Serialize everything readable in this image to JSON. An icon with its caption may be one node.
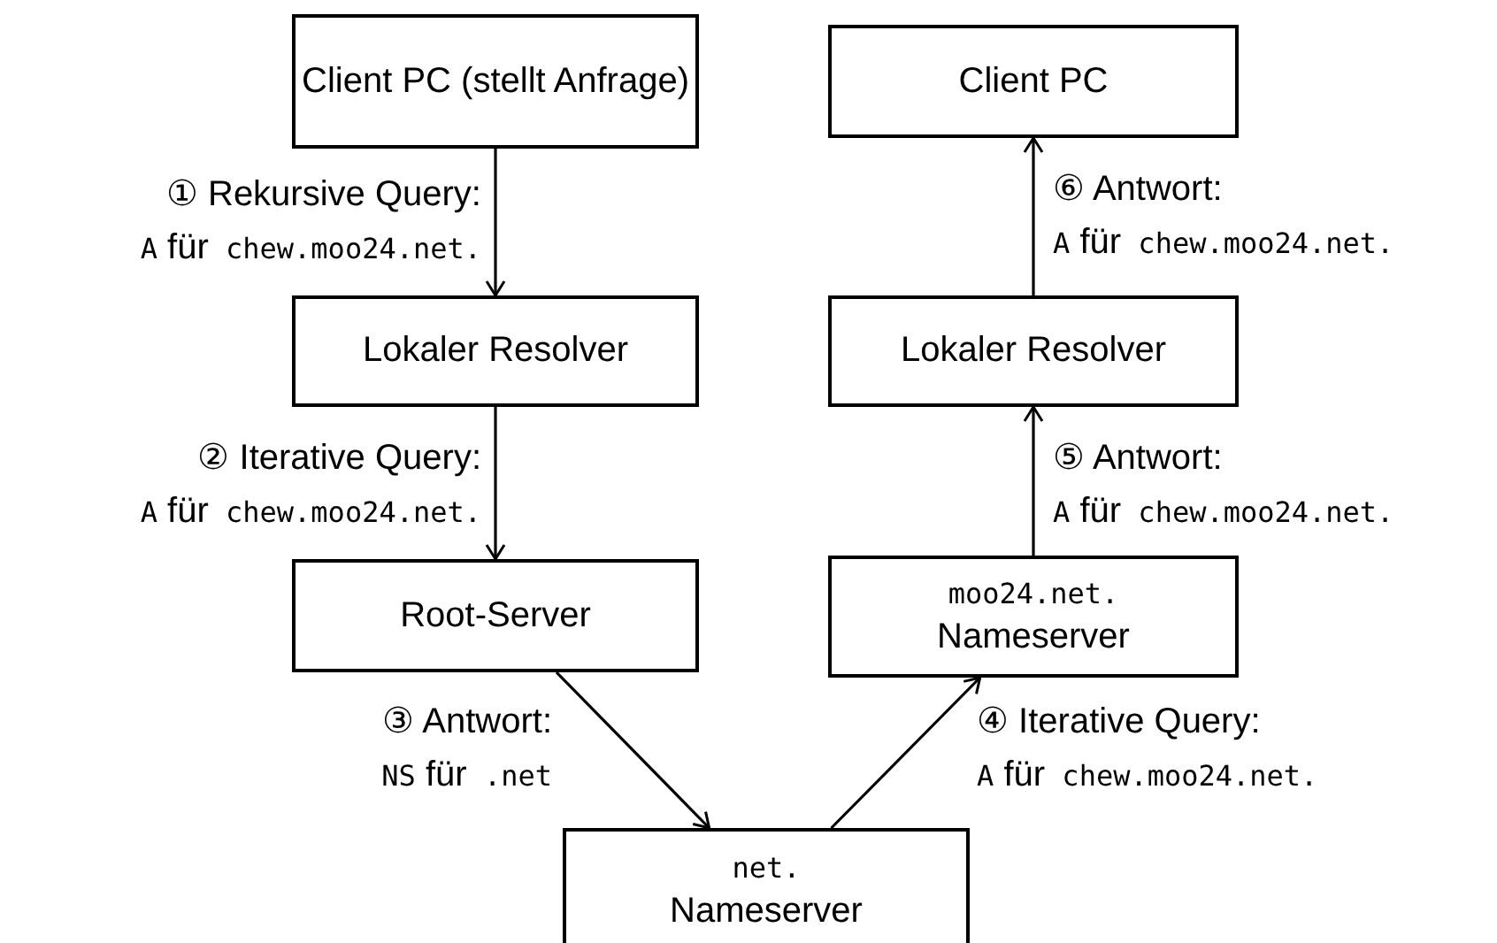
{
  "diagram": {
    "nodes": [
      {
        "text": [
          "Client PC (stellt Anfrage)"
        ]
      },
      {
        "text": [
          "Lokaler Resolver"
        ]
      },
      {
        "text": [
          "Root-Server"
        ]
      },
      {
        "text": [
          "net.",
          "Nameserver"
        ]
      },
      {
        "text": [
          "moo24.net.",
          "Nameserver"
        ]
      },
      {
        "text": [
          "Lokaler Resolver"
        ]
      },
      {
        "text": [
          "Client PC"
        ]
      }
    ],
    "edges": [
      {
        "from": 0,
        "to": 1,
        "arrow": "to",
        "label": "① Rekursive Query:"
      },
      {
        "from": 1,
        "to": 2,
        "arrow": "to",
        "label": "② Iterative Query:"
      },
      {
        "from": 2,
        "to": 3,
        "arrow": "to",
        "label": "③ Antwort:"
      },
      {
        "from": 3,
        "to": 4,
        "arrow": "to",
        "label": "④ Iterative Query:"
      },
      {
        "from": 4,
        "to": 5,
        "arrow": "to",
        "label": "⑤ Antwort:"
      },
      {
        "from": 5,
        "to": 6,
        "arrow": "to",
        "label": "⑥ Antwort:"
      }
    ],
    "labels": [
      "A für chew.moo24.net.",
      "A für chew.moo24.net.",
      "NS für .net",
      "A für chew.moo24.net.",
      "A für chew.moo24.net.",
      "A für chew.moo24.net."
    ]
  }
}
